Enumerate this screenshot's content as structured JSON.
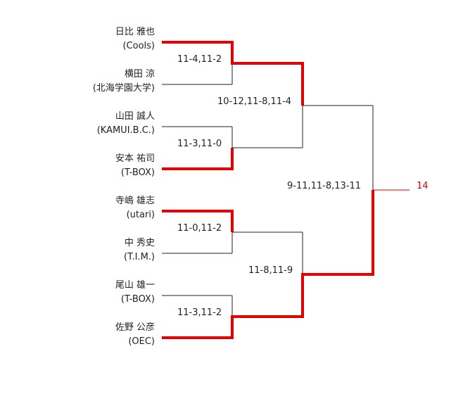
{
  "colors": {
    "winner_line": "#e00000",
    "line": "#222222",
    "final_label": "#e00000"
  },
  "players": [
    {
      "name": "日比 雅也",
      "team": "(Cools)"
    },
    {
      "name": "横田 涼",
      "team": "(北海学園大学)"
    },
    {
      "name": "山田 誠人",
      "team": "(KAMUI.B.C.)"
    },
    {
      "name": "安本 祐司",
      "team": "(T-BOX)"
    },
    {
      "name": "寺嶋 雄志",
      "team": "(utari)"
    },
    {
      "name": "中 秀史",
      "team": "(T.I.M.)"
    },
    {
      "name": "尾山 雄一",
      "team": "(T-BOX)"
    },
    {
      "name": "佐野 公彦",
      "team": "(OEC)"
    }
  ],
  "scores": {
    "r1": [
      "11-4,11-2",
      "11-3,11-0",
      "11-0,11-2",
      "11-3,11-2"
    ],
    "semi": [
      "10-12,11-8,11-4",
      "11-8,11-9"
    ],
    "final": "9-11,11-8,13-11"
  },
  "final_label": "14"
}
